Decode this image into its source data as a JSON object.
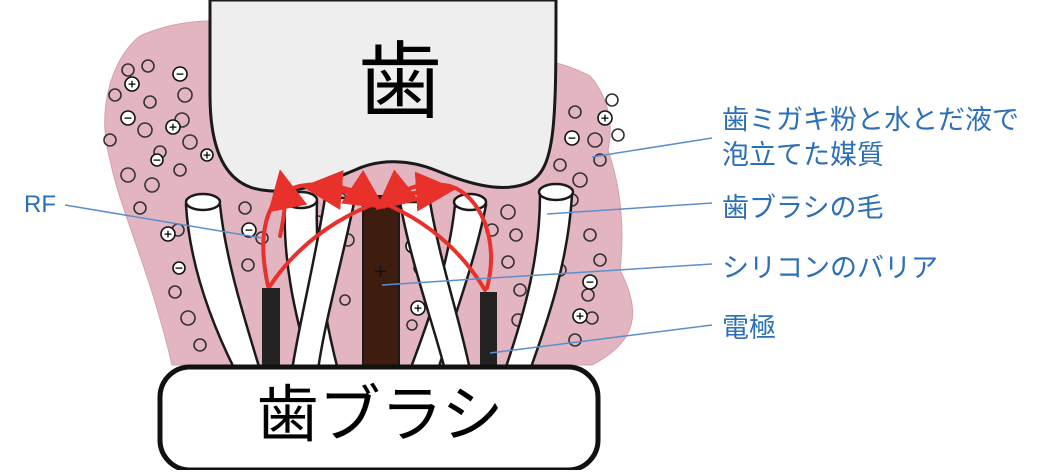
{
  "labels": {
    "tooth": "歯",
    "toothbrush": "歯ブラシ",
    "rf": "RF",
    "medium_line1": "歯ミガキ粉と水とだ液で",
    "medium_line2": "泡立てた媒質",
    "bristle": "歯ブラシの毛",
    "barrier": "シリコンのバリア",
    "electrode": "電極"
  },
  "barrier_sign": "+",
  "colors": {
    "gum": "#e3b5c1",
    "tooth": "#eeeeee",
    "barrier": "#3e1d0f",
    "electrode": "#222222",
    "arrow": "#e8312b",
    "callout_text": "#2a6fb8",
    "callout_line": "#5b8fcc"
  }
}
